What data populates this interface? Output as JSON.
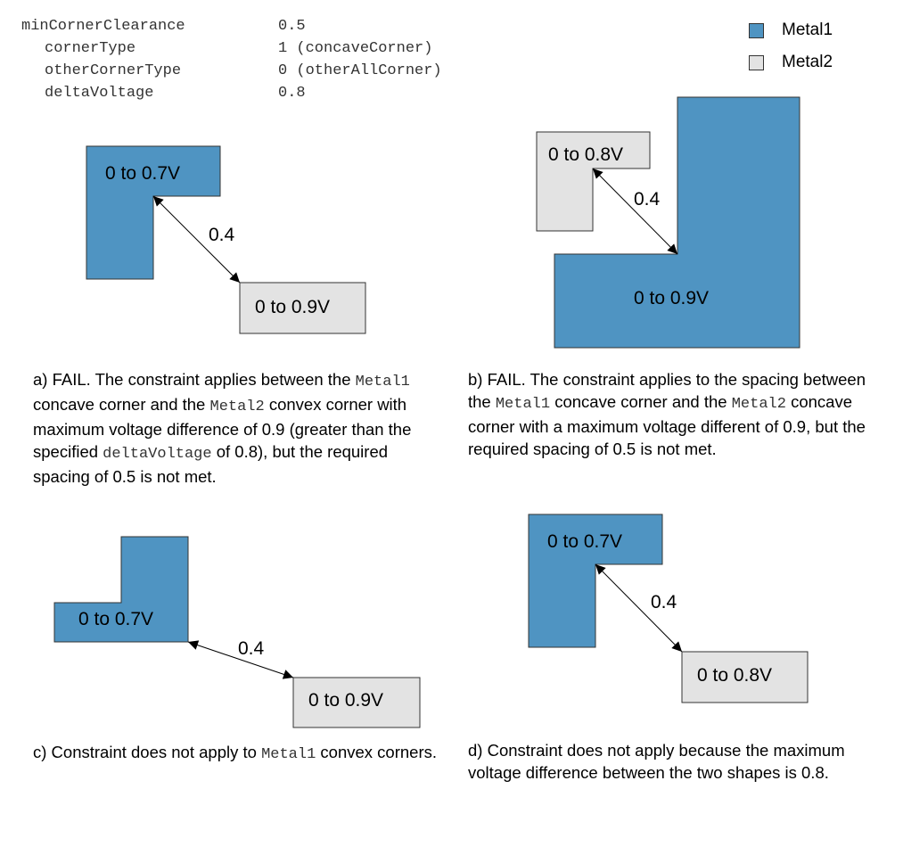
{
  "colors": {
    "metal1": "#4f94c2",
    "metal2": "#e3e3e3",
    "outline": "#333333"
  },
  "params": [
    {
      "key": "minCornerClearance",
      "value": "0.5",
      "indent": false
    },
    {
      "key": "cornerType",
      "value": "1 (concaveCorner)",
      "indent": true
    },
    {
      "key": "otherCornerType",
      "value": "0 (otherAllCorner)",
      "indent": true
    },
    {
      "key": "deltaVoltage",
      "value": "0.8",
      "indent": true
    }
  ],
  "legend": [
    {
      "label": "Metal1",
      "layer": "metal1"
    },
    {
      "label": "Metal2",
      "layer": "metal2"
    }
  ],
  "panels": {
    "a": {
      "shape1_label": "0 to 0.7V",
      "shape2_label": "0 to 0.9V",
      "spacing_label": "0.4",
      "caption": [
        {
          "t": "a) FAIL. The constraint applies between the "
        },
        {
          "t": "Metal1",
          "mono": true
        },
        {
          "t": " concave corner and the "
        },
        {
          "t": "Metal2",
          "mono": true
        },
        {
          "t": " convex corner with maximum voltage difference of 0.9 (greater than the specified "
        },
        {
          "t": "deltaVoltage",
          "mono": true
        },
        {
          "t": " of 0.8), but the required spacing of 0.5 is not met."
        }
      ]
    },
    "b": {
      "shape1_label": "0 to 0.8V",
      "shape2_label": "0 to 0.9V",
      "spacing_label": "0.4",
      "caption": [
        {
          "t": "b) FAIL. The constraint applies to the spacing between the "
        },
        {
          "t": "Metal1",
          "mono": true
        },
        {
          "t": " concave corner and the "
        },
        {
          "t": "Metal2",
          "mono": true
        },
        {
          "t": " concave corner with a maximum voltage different of 0.9, but the required spacing of 0.5 is not met."
        }
      ]
    },
    "c": {
      "shape1_label": "0 to 0.7V",
      "shape2_label": "0 to 0.9V",
      "spacing_label": "0.4",
      "caption": [
        {
          "t": "c) Constraint does not apply to "
        },
        {
          "t": "Metal1",
          "mono": true
        },
        {
          "t": " convex corners."
        }
      ]
    },
    "d": {
      "shape1_label": "0 to 0.7V",
      "shape2_label": "0 to 0.8V",
      "spacing_label": "0.4",
      "caption": [
        {
          "t": "d) Constraint does not apply because the maximum voltage difference between the two shapes is 0.8."
        }
      ]
    }
  }
}
